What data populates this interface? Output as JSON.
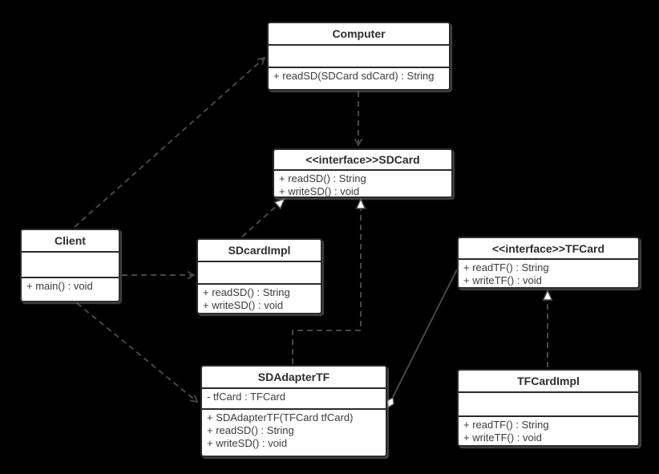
{
  "diagram": {
    "kind": "uml-class-diagram",
    "background": "#000000",
    "colors": {
      "box_fill": "#ffffff",
      "box_border": "#2b2b2b",
      "connector_line": "#474747",
      "text": "#3c3c3c"
    },
    "classes": {
      "computer": {
        "title": "Computer",
        "attributes": [],
        "methods": [
          "+ readSD(SDCard sdCard) : String"
        ]
      },
      "sdcard": {
        "title": "<<interface>>SDCard",
        "attributes": [],
        "methods": [
          "+ readSD() : String",
          "+ writeSD() : void"
        ]
      },
      "client": {
        "title": "Client",
        "attributes": [],
        "methods": [
          "+ main() : void"
        ]
      },
      "sdcardimpl": {
        "title": "SDcardImpl",
        "attributes": [],
        "methods": [
          "+ readSD() : String",
          "+ writeSD() : void"
        ]
      },
      "tfcard": {
        "title": "<<interface>>TFCard",
        "attributes": [],
        "methods": [
          "+ readTF() : String",
          "+ writeTF() : void"
        ]
      },
      "sdadaptertf": {
        "title": "SDAdapterTF",
        "attributes": [
          "- tfCard : TFCard"
        ],
        "methods": [
          "+ SDAdapterTF(TFCard tfCard)",
          "+ readSD() : String",
          "+ writeSD() : void"
        ]
      },
      "tfcardimpl": {
        "title": "TFCardImpl",
        "attributes": [],
        "methods": [
          "+ readTF() : String",
          "+ writeTF() : void"
        ]
      }
    },
    "relations": [
      {
        "from": "Client",
        "to": "Computer",
        "type": "dependency",
        "line": "dashed",
        "head": "open-arrow"
      },
      {
        "from": "Computer",
        "to": "SDCard",
        "type": "dependency",
        "line": "dashed",
        "head": "open-arrow"
      },
      {
        "from": "SDcardImpl",
        "to": "SDCard",
        "type": "realization",
        "line": "dashed",
        "head": "hollow-triangle"
      },
      {
        "from": "SDAdapterTF",
        "to": "SDCard",
        "type": "realization",
        "line": "dashed",
        "head": "hollow-triangle"
      },
      {
        "from": "Client",
        "to": "SDcardImpl",
        "type": "dependency",
        "line": "dashed",
        "head": "open-arrow"
      },
      {
        "from": "Client",
        "to": "SDAdapterTF",
        "type": "dependency",
        "line": "dashed",
        "head": "open-arrow"
      },
      {
        "from": "SDAdapterTF",
        "to": "TFCard",
        "type": "aggregation",
        "line": "solid",
        "head": "hollow-diamond-at-adapter-end"
      },
      {
        "from": "TFCardImpl",
        "to": "TFCard",
        "type": "realization",
        "line": "dashed",
        "head": "hollow-triangle"
      }
    ]
  }
}
